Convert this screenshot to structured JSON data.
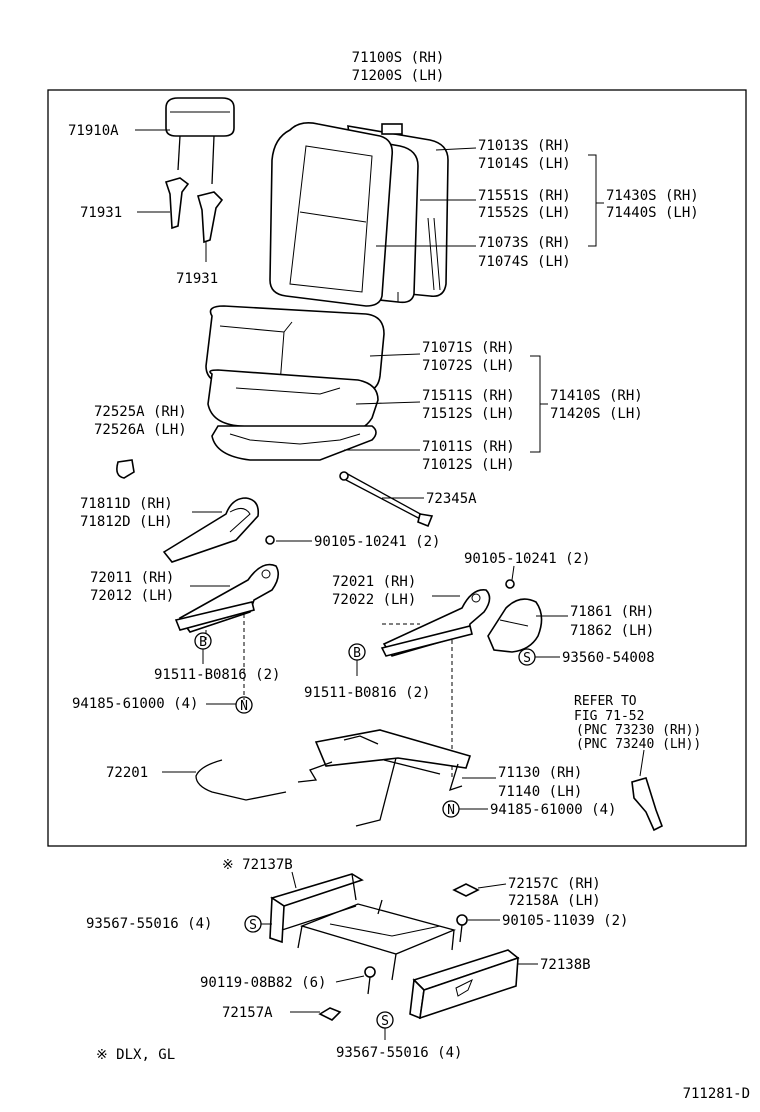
{
  "header": {
    "line1": "71100S (RH)",
    "line2": "71200S (LH)"
  },
  "labels": {
    "p71910A": "71910A",
    "p71931a": "71931",
    "p71931b": "71931",
    "p71013S": "71013S (RH)",
    "p71014S": "71014S (LH)",
    "p71551S": "71551S (RH)",
    "p71552S": "71552S (LH)",
    "p71073S": "71073S (RH)",
    "p71074S": "71074S (LH)",
    "p71430S": "71430S (RH)",
    "p71440S": "71440S (LH)",
    "p71071S": "71071S (RH)",
    "p71072S": "71072S (LH)",
    "p71511S": "71511S (RH)",
    "p71512S": "71512S (LH)",
    "p71011S": "71011S (RH)",
    "p71012S": "71012S (LH)",
    "p71410S": "71410S (RH)",
    "p71420S": "71420S (LH)",
    "p72525A": "72525A (RH)",
    "p72526A": "72526A (LH)",
    "p72345A": "72345A",
    "p71811D": "71811D (RH)",
    "p71812D": "71812D (LH)",
    "p90105a": "90105-10241 (2)",
    "p90105b": "90105-10241 (2)",
    "p72011": "72011 (RH)",
    "p72012": "72012 (LH)",
    "p72021": "72021 (RH)",
    "p72022": "72022 (LH)",
    "p71861": "71861 (RH)",
    "p71862": "71862 (LH)",
    "p93560": "93560-54008",
    "p91511a": "91511-B0816 (2)",
    "p91511b": "91511-B0816 (2)",
    "p94185a": "94185-61000 (4)",
    "p94185b": "94185-61000 (4)",
    "refer1": "REFER TO",
    "refer2": "FIG 71-52",
    "refer3": "(PNC 73230 (RH))",
    "refer4": "(PNC 73240 (LH))",
    "p72201": "72201",
    "p71130": "71130 (RH)",
    "p71140": "71140 (LH)",
    "p72137B": "※ 72137B",
    "p72157C": "72157C (RH)",
    "p72158A": "72158A (LH)",
    "p93567a": "93567-55016 (4)",
    "p90105c": "90105-11039 (2)",
    "p72138B": "72138B",
    "p90119": "90119-08B82 (6)",
    "p72157A": "72157A",
    "p93567b": "93567-55016 (4)",
    "note": "※ DLX, GL",
    "figcode": "711281-D"
  },
  "callouts": {
    "B": "B",
    "S": "S",
    "N": "N"
  }
}
